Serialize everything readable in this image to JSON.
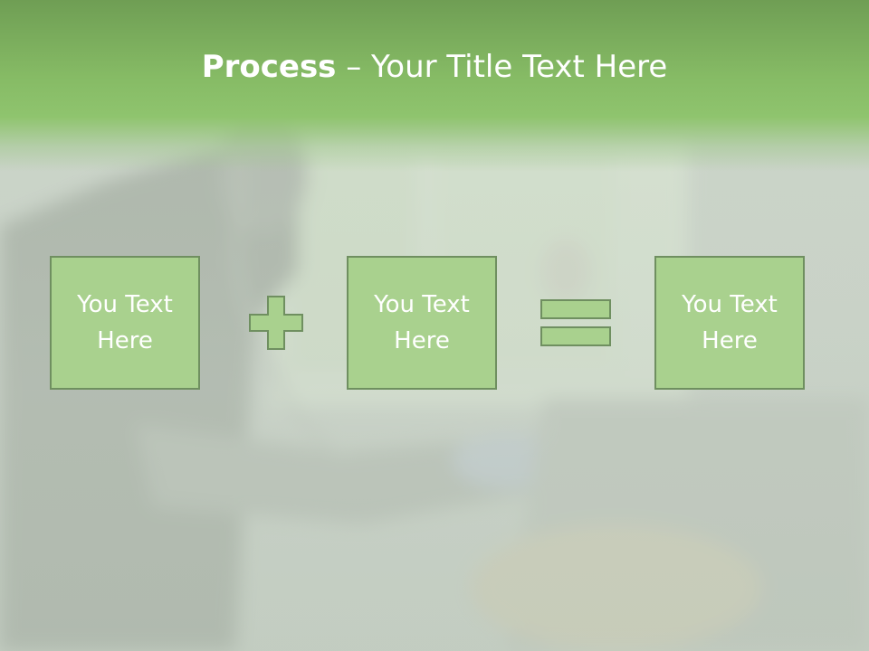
{
  "slide": {
    "title_bold": "Process",
    "title_rest": " – Your Title Text Here",
    "boxes": [
      {
        "line1": "You Text",
        "line2": "Here"
      },
      {
        "line1": "You Text",
        "line2": "Here"
      },
      {
        "line1": "You Text",
        "line2": "Here"
      }
    ],
    "operators": [
      "plus-icon",
      "equals-icon"
    ],
    "colors": {
      "header_green": "#8fc46e",
      "box_fill": "#a9d18e",
      "box_border": "#6f8f60",
      "text": "#ffffff"
    }
  }
}
